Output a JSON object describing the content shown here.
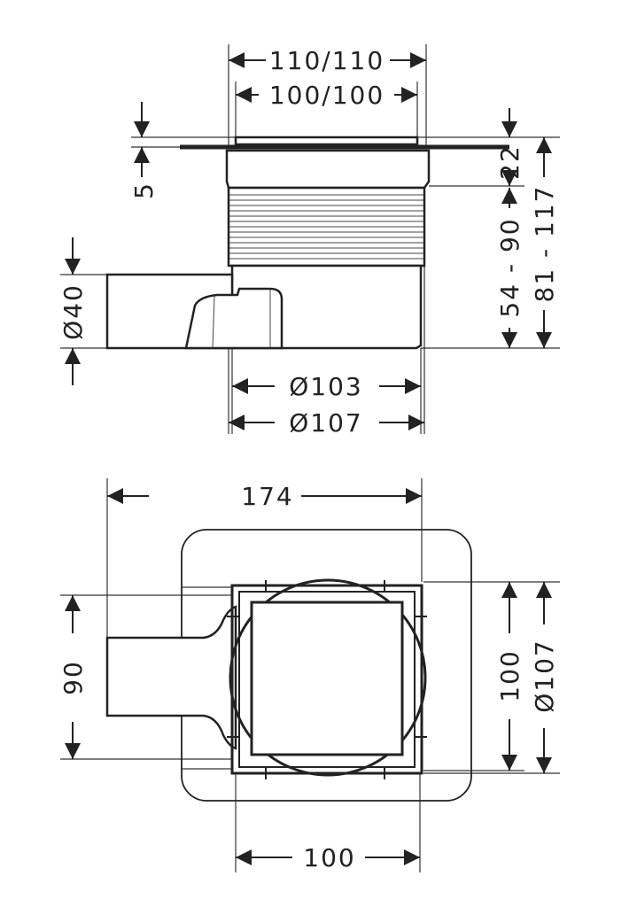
{
  "side_view": {
    "width_outer": "110/110",
    "width_inner": "100/100",
    "flange_thickness": "5",
    "grate_height": "22",
    "body_height_range": "54 - 90",
    "total_height_range": "81 - 117",
    "outlet_diameter": "Ø40",
    "body_diameter_inner": "Ø103",
    "body_diameter_outer": "Ø107"
  },
  "top_view": {
    "total_width": "174",
    "outlet_offset": "90",
    "frame_height": "100",
    "body_diameter": "Ø107",
    "frame_width": "100"
  },
  "colors": {
    "line": "#222222",
    "background": "#ffffff"
  }
}
